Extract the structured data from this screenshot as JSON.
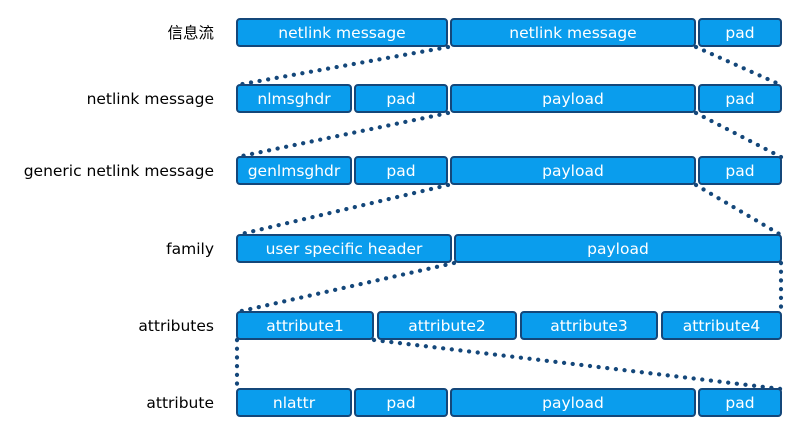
{
  "rows": [
    {
      "label": "信息流",
      "boxes": [
        "netlink message",
        "netlink message",
        "pad"
      ]
    },
    {
      "label": "netlink message",
      "boxes": [
        "nlmsghdr",
        "pad",
        "payload",
        "pad"
      ]
    },
    {
      "label": "generic netlink message",
      "boxes": [
        "genlmsghdr",
        "pad",
        "payload",
        "pad"
      ]
    },
    {
      "label": "family",
      "boxes": [
        "user specific header",
        "payload"
      ]
    },
    {
      "label": "attributes",
      "boxes": [
        "attribute1",
        "attribute2",
        "attribute3",
        "attribute4"
      ]
    },
    {
      "label": "attribute",
      "boxes": [
        "nlattr",
        "pad",
        "payload",
        "pad"
      ]
    }
  ],
  "colors": {
    "box_fill": "#0a9ded",
    "box_border": "#14477a",
    "box_text": "#ffffff",
    "connector_dots": "#14477a",
    "label_text": "#000000"
  }
}
